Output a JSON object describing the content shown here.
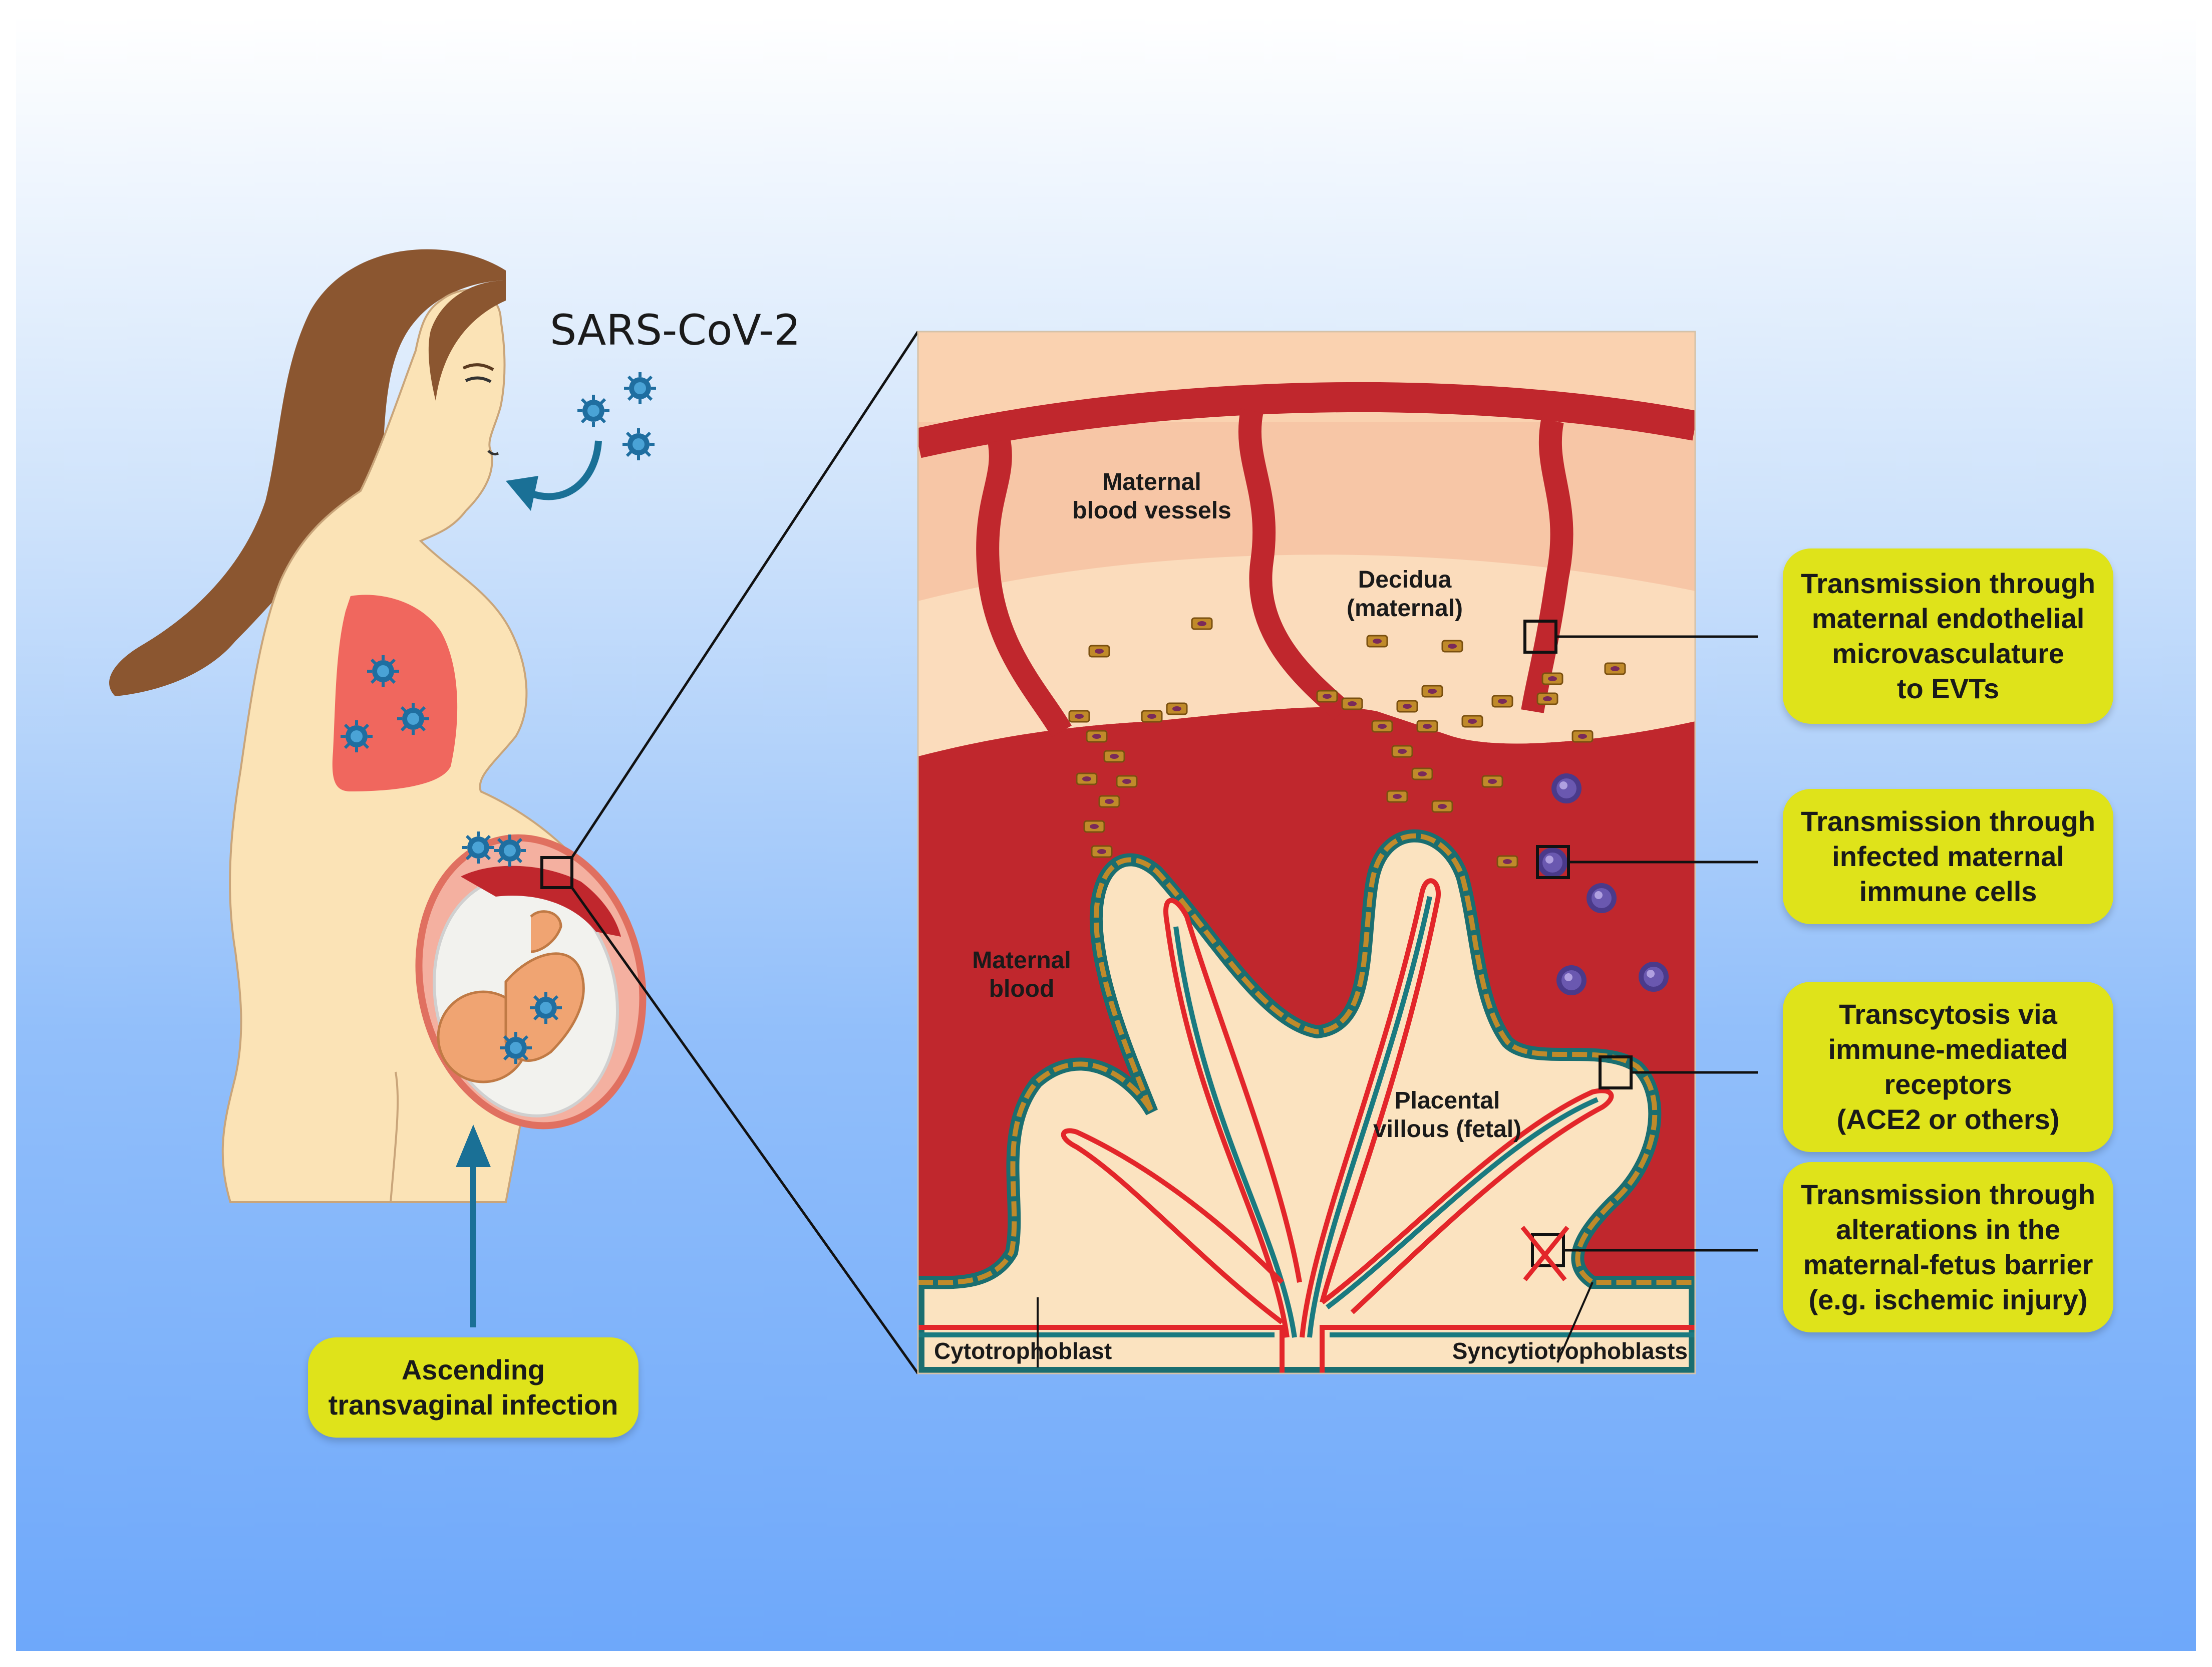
{
  "virus_label": "SARS-CoV-2",
  "placenta_labels": {
    "maternal_blood_vessels": "Maternal\nblood vessels",
    "decidua": "Decidua\n(maternal)",
    "maternal_blood": "Maternal\nblood",
    "placental_villous": "Placental\nvillous (fetal)",
    "cytotrophoblast": "Cytotrophoblast",
    "syncytiotrophoblasts": "Syncytiotrophoblasts"
  },
  "callouts": [
    {
      "id": "endothelial",
      "text": "Transmission through\nmaternal endothelial\nmicrovasculature\nto EVTs"
    },
    {
      "id": "immune-cells",
      "text": "Transmission through\ninfected maternal\nimmune cells"
    },
    {
      "id": "transcytosis",
      "text": "Transcytosis via\nimmune-mediated\nreceptors\n(ACE2 or others)"
    },
    {
      "id": "barrier",
      "text": "Transmission through\nalterations in the\nmaternal-fetus barrier\n(e.g. ischemic injury)"
    }
  ],
  "ascending_callout": "Ascending\ntransvaginal infection",
  "colors": {
    "maternal_blood": "#c0272d",
    "decidua": "#fad2b0",
    "villous": "#fbe3c0",
    "trophoblast": "#c08a2a",
    "callout": "#dfe31a",
    "virus": "#1f6ea0",
    "arrow": "#1a7096",
    "lung": "#f0675e",
    "skin": "#fbe3b6",
    "hair": "#8b5630",
    "immune_cell": "#4a3a8a"
  }
}
